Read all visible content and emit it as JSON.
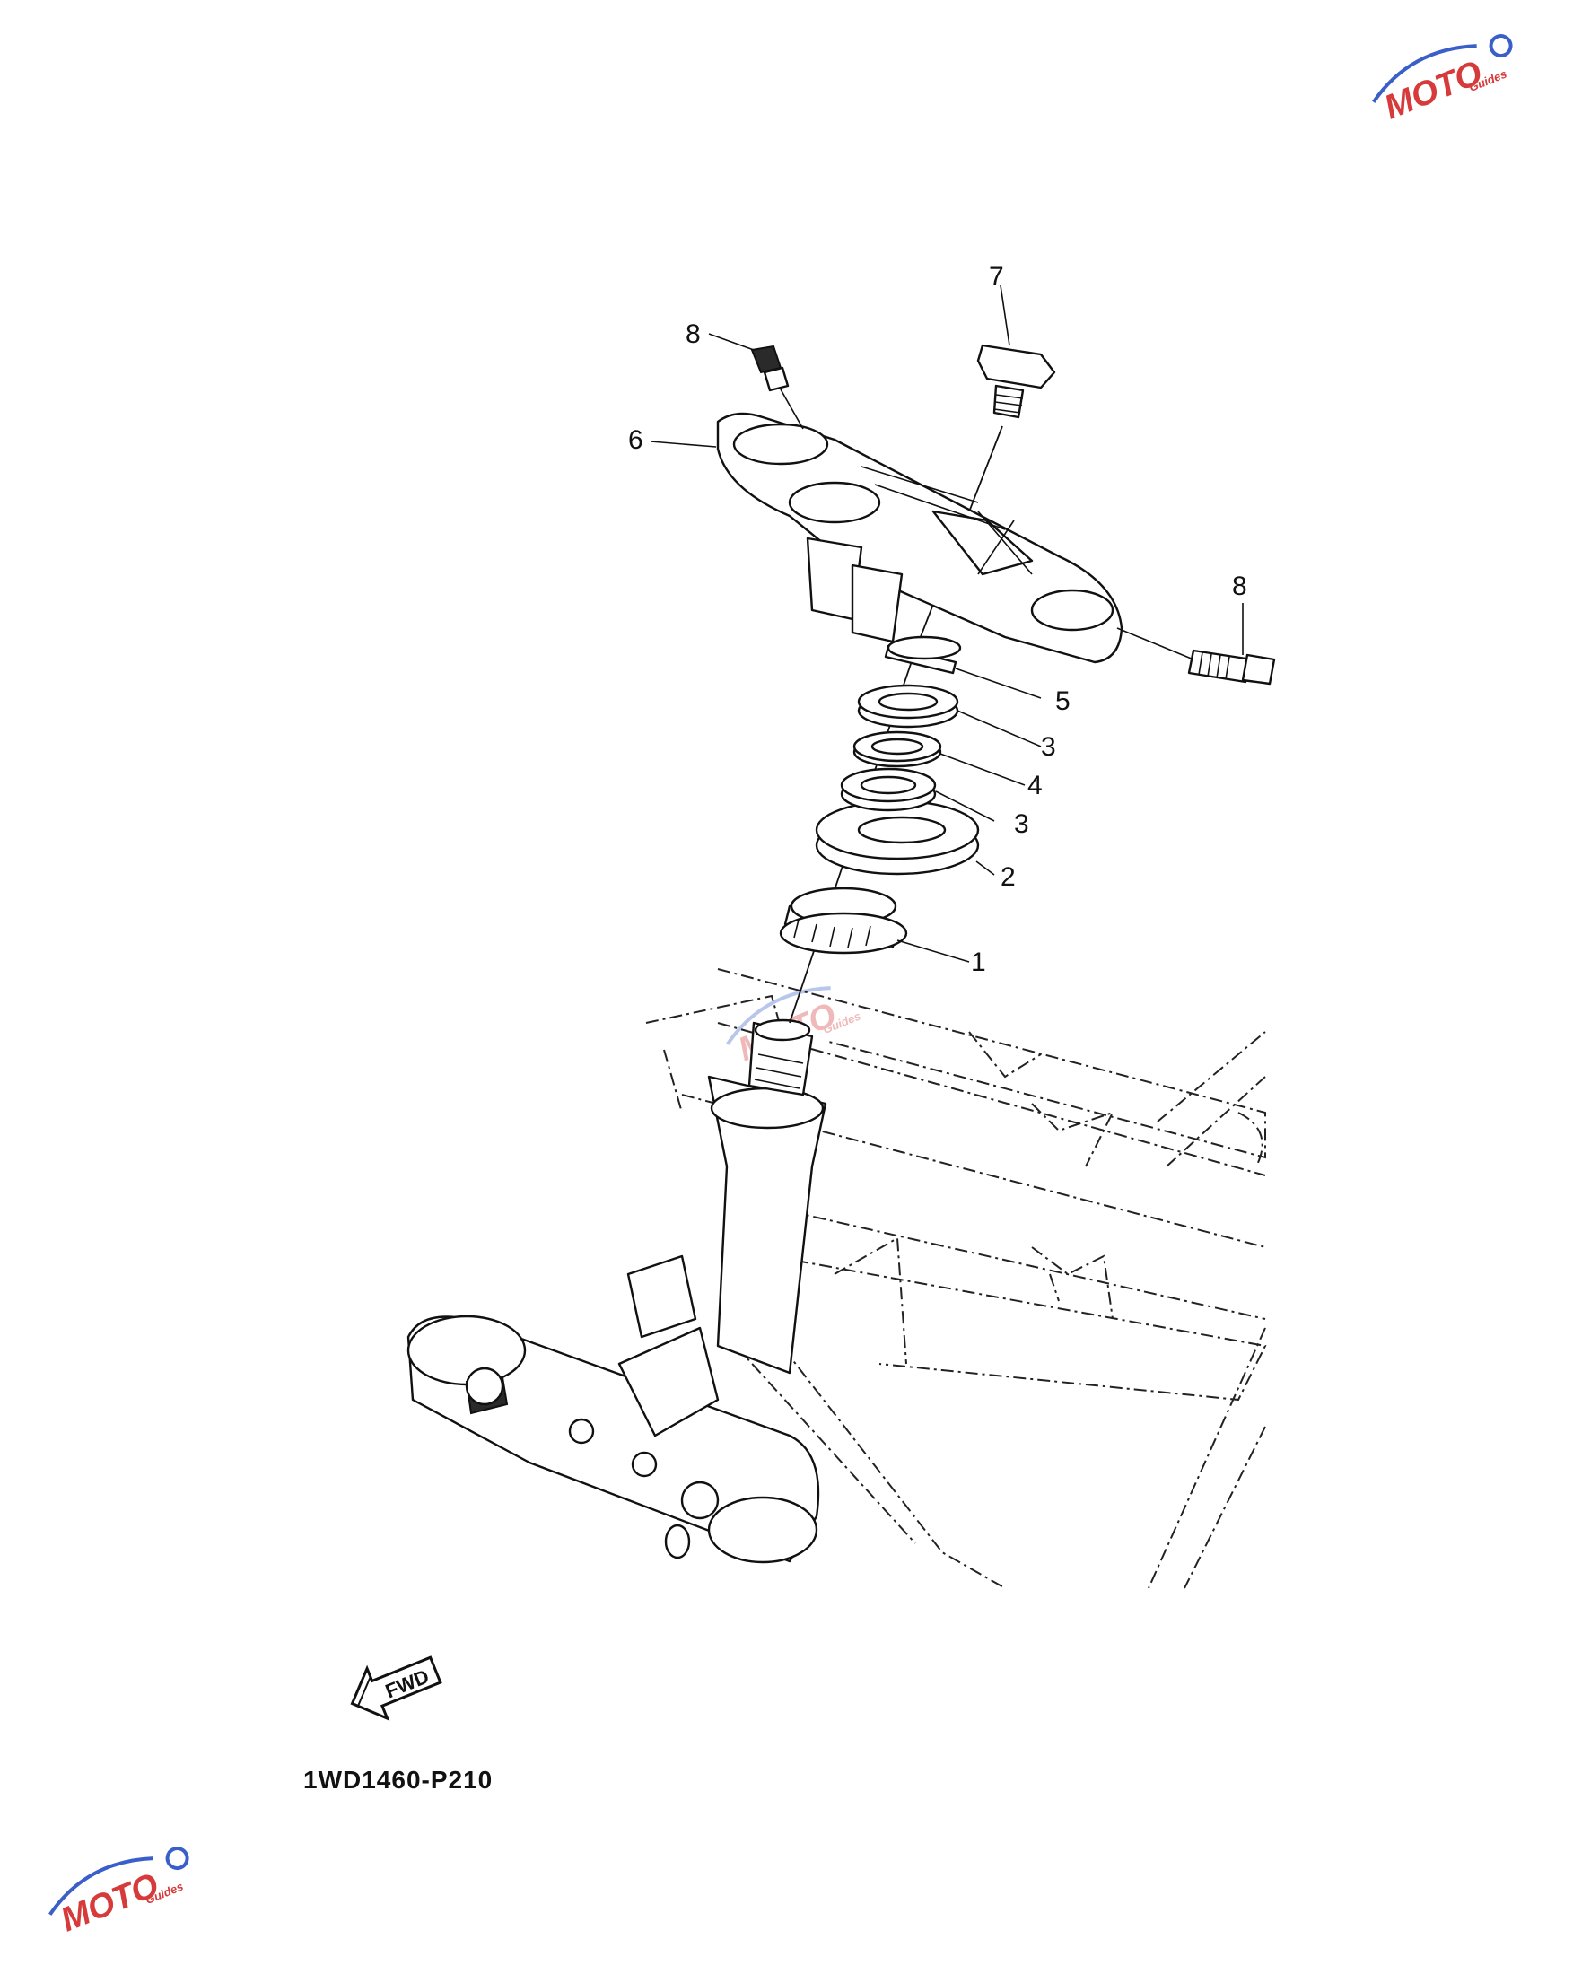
{
  "diagram_code": "1WD1460-P210",
  "fwd_label": "FWD",
  "watermark": {
    "brand": "MOTO",
    "sub": "Guides",
    "color_main": "#d63a3a",
    "color_accent": "#3a5fc8"
  },
  "callouts": [
    {
      "id": "c1",
      "label": "1"
    },
    {
      "id": "c2",
      "label": "2"
    },
    {
      "id": "c3a",
      "label": "3"
    },
    {
      "id": "c3b",
      "label": "3"
    },
    {
      "id": "c4",
      "label": "4"
    },
    {
      "id": "c5",
      "label": "5"
    },
    {
      "id": "c6",
      "label": "6"
    },
    {
      "id": "c7",
      "label": "7"
    },
    {
      "id": "c8a",
      "label": "8"
    },
    {
      "id": "c8b",
      "label": "8"
    }
  ]
}
